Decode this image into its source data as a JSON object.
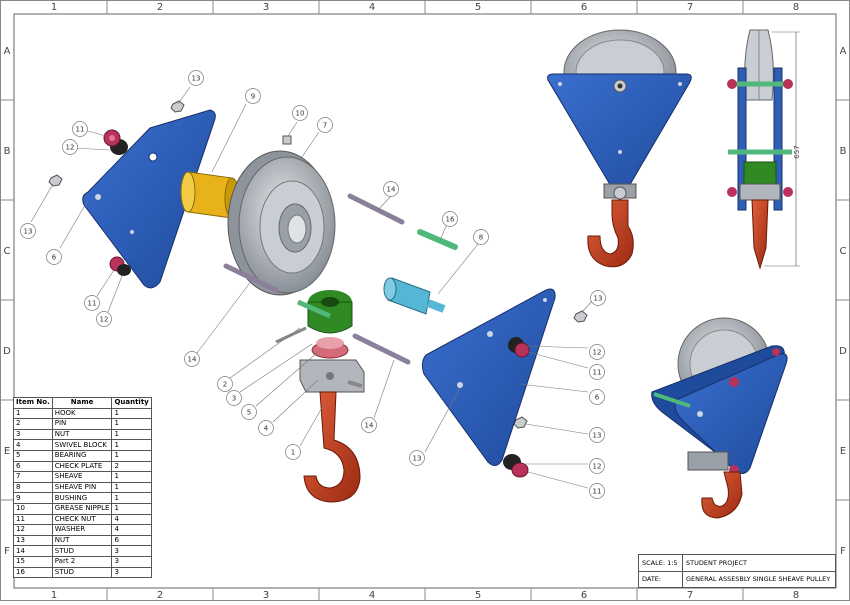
{
  "grid": {
    "columns": [
      "1",
      "2",
      "3",
      "4",
      "5",
      "6",
      "7",
      "8"
    ],
    "rows": [
      "A",
      "B",
      "C",
      "D",
      "E",
      "F"
    ]
  },
  "balloons": [
    {
      "id": "b13a",
      "num": "13"
    },
    {
      "id": "b9",
      "num": "9"
    },
    {
      "id": "b10",
      "num": "10"
    },
    {
      "id": "b11a",
      "num": "11"
    },
    {
      "id": "b12a",
      "num": "12"
    },
    {
      "id": "b7",
      "num": "7"
    },
    {
      "id": "b13b",
      "num": "13"
    },
    {
      "id": "b6a",
      "num": "6"
    },
    {
      "id": "b14a",
      "num": "14"
    },
    {
      "id": "b16",
      "num": "16"
    },
    {
      "id": "b8",
      "num": "8"
    },
    {
      "id": "b11b",
      "num": "11"
    },
    {
      "id": "b12b",
      "num": "12"
    },
    {
      "id": "b14b",
      "num": "14"
    },
    {
      "id": "b13c",
      "num": "13"
    },
    {
      "id": "b2",
      "num": "2"
    },
    {
      "id": "b3",
      "num": "3"
    },
    {
      "id": "b5",
      "num": "5"
    },
    {
      "id": "b4",
      "num": "4"
    },
    {
      "id": "b1",
      "num": "1"
    },
    {
      "id": "b14c",
      "num": "14"
    },
    {
      "id": "b12c",
      "num": "12"
    },
    {
      "id": "b11c",
      "num": "11"
    },
    {
      "id": "b6b",
      "num": "6"
    },
    {
      "id": "b13d",
      "num": "13"
    },
    {
      "id": "b13e",
      "num": "13"
    },
    {
      "id": "b12d",
      "num": "12"
    },
    {
      "id": "b11d",
      "num": "11"
    }
  ],
  "dimension": {
    "value": "657"
  },
  "bom": {
    "headers": [
      "Item No.",
      "Name",
      "Quantity"
    ],
    "rows": [
      [
        "1",
        "HOOK",
        "1"
      ],
      [
        "2",
        "PIN",
        "1"
      ],
      [
        "3",
        "NUT",
        "1"
      ],
      [
        "4",
        "SWIVEL BLOCK",
        "1"
      ],
      [
        "5",
        "BEARING",
        "1"
      ],
      [
        "6",
        "CHECK PLATE",
        "2"
      ],
      [
        "7",
        "SHEAVE",
        "1"
      ],
      [
        "8",
        "SHEAVE PIN",
        "1"
      ],
      [
        "9",
        "BUSHING",
        "1"
      ],
      [
        "10",
        "GREASE NIPPLE",
        "1"
      ],
      [
        "11",
        "CHECK NUT",
        "4"
      ],
      [
        "12",
        "WASHER",
        "4"
      ],
      [
        "13",
        "NUT",
        "6"
      ],
      [
        "14",
        "STUD",
        "3"
      ],
      [
        "15",
        "Part 2",
        "3"
      ],
      [
        "16",
        "STUD",
        "3"
      ]
    ]
  },
  "title_block": {
    "scale_label": "SCALE: 1:5",
    "project": "STUDENT PROJECT",
    "date_label": "DATE:",
    "title": "GENERAL ASSESBLY SINGLE SHEAVE PULLEY"
  },
  "colors": {
    "plate": "#2f5fb5",
    "plate_dark": "#1f3f80",
    "hook": "#c8441e",
    "bushing": "#e8b21a",
    "nut_green": "#2f8a24",
    "sheave_pin": "#56b6d6",
    "stud_green": "#4fb87a",
    "check_nut": "#b8325a",
    "sheave": "#b9bfc7"
  }
}
